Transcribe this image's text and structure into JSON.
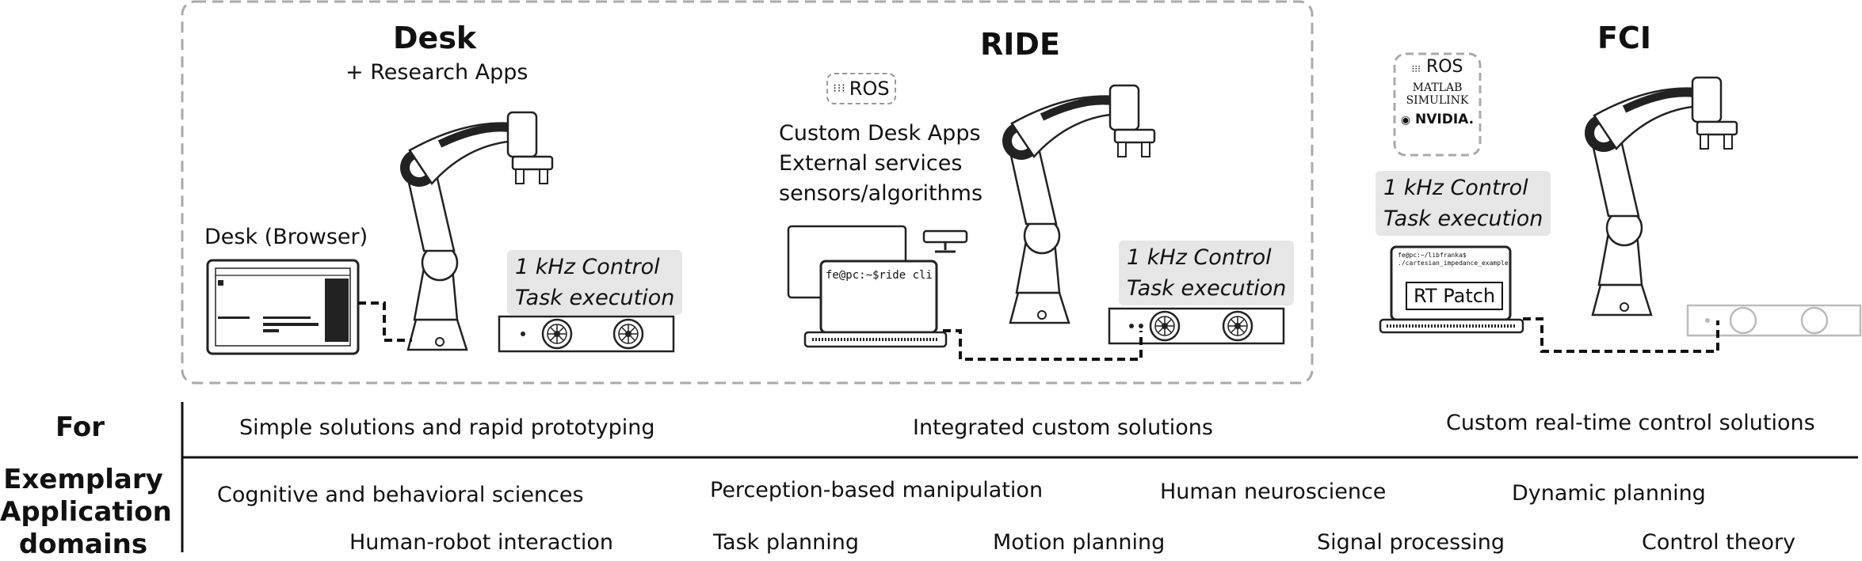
{
  "panels": {
    "desk": {
      "title": "Desk",
      "subtitle": "+ Research Apps",
      "browser_label": "Desk (Browser)",
      "control_line1": "1 kHz Control",
      "control_line2": "Task execution"
    },
    "ride": {
      "title": "RIDE",
      "ros_badge": "ROS",
      "item1": "Custom Desk Apps",
      "item2": "External services",
      "item3": "sensors/algorithms",
      "terminal_text": "fe@pc:~$ride cli",
      "control_line1": "1 kHz Control",
      "control_line2": "Task execution"
    },
    "fci": {
      "title": "FCI",
      "ros_badge": "ROS",
      "matlab_line1": "MATLAB",
      "matlab_line2": "SIMULINK",
      "nvidia_label": "NVIDIA.",
      "control_line1": "1 kHz Control",
      "control_line2": "Task execution",
      "terminal_line1": "fe@pc:~/libfranka$",
      "terminal_line2": "./cartesian_impedance_example",
      "rt_patch": "RT Patch"
    }
  },
  "table": {
    "for_label": "For",
    "domains_label_line1": "Exemplary",
    "domains_label_line2": "Application",
    "domains_label_line3": "domains",
    "for_desk": "Simple solutions and rapid prototyping",
    "for_ride": "Integrated custom solutions",
    "for_fci": "Custom real-time control solutions",
    "domains": {
      "d1": "Cognitive and behavioral sciences",
      "d2": "Perception-based manipulation",
      "d3": "Human neuroscience",
      "d4": "Dynamic planning",
      "d5": "Human-robot interaction",
      "d6": "Task planning",
      "d7": "Motion planning",
      "d8": "Signal processing",
      "d9": "Control theory"
    }
  }
}
